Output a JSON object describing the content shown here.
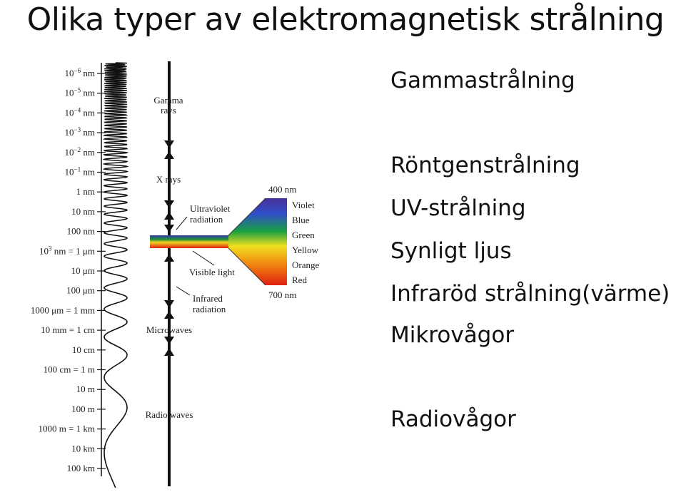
{
  "title": "Olika typer av elektromagnetisk strålning",
  "scale_labels": [
    {
      "base": "10",
      "exp": "−6",
      "unit": " nm"
    },
    {
      "base": "10",
      "exp": "−5",
      "unit": " nm"
    },
    {
      "base": "10",
      "exp": "−4",
      "unit": " nm"
    },
    {
      "base": "10",
      "exp": "−3",
      "unit": " nm"
    },
    {
      "base": "10",
      "exp": "−2",
      "unit": " nm"
    },
    {
      "base": "10",
      "exp": "−1",
      "unit": " nm"
    },
    {
      "base": "1 nm",
      "exp": "",
      "unit": ""
    },
    {
      "base": "10 nm",
      "exp": "",
      "unit": ""
    },
    {
      "base": "100 nm",
      "exp": "",
      "unit": ""
    },
    {
      "base": "10",
      "exp": "3",
      "unit": " nm = 1 μm"
    },
    {
      "base": "10 μm",
      "exp": "",
      "unit": ""
    },
    {
      "base": "100 μm",
      "exp": "",
      "unit": ""
    },
    {
      "base": "1000 μm = 1 mm",
      "exp": "",
      "unit": ""
    },
    {
      "base": "10 mm = 1 cm",
      "exp": "",
      "unit": ""
    },
    {
      "base": "10 cm",
      "exp": "",
      "unit": ""
    },
    {
      "base": "100 cm = 1 m",
      "exp": "",
      "unit": ""
    },
    {
      "base": "10 m",
      "exp": "",
      "unit": ""
    },
    {
      "base": "100 m",
      "exp": "",
      "unit": ""
    },
    {
      "base": "1000 m = 1 km",
      "exp": "",
      "unit": ""
    },
    {
      "base": "10 km",
      "exp": "",
      "unit": ""
    },
    {
      "base": "100 km",
      "exp": "",
      "unit": ""
    }
  ],
  "regions": {
    "gamma_line1": "Gamma",
    "gamma_line2": "rays",
    "xrays": "X rays",
    "uv_line1": "Ultraviolet",
    "uv_line2": "radiation",
    "visible": "Visible light",
    "ir_line1": "Infrared",
    "ir_line2": "radiation",
    "microwaves": "Microwaves",
    "radio": "Radio waves"
  },
  "visible_spectrum": {
    "top_label": "400 nm",
    "bottom_label": "700 nm",
    "colors": [
      "Violet",
      "Blue",
      "Green",
      "Yellow",
      "Orange",
      "Red"
    ],
    "swatches": [
      "#5a3aa0",
      "#2f4fc8",
      "#18a040",
      "#f0e020",
      "#f08a10",
      "#e02010"
    ]
  },
  "swedish_labels": {
    "gamma": "Gammastrålning",
    "xray": "Röntgenstrålning",
    "uv": "UV-strålning",
    "visible": "Synligt ljus",
    "infrared": "Infraröd strålning(värme)",
    "micro": "Mikrovågor",
    "radio": "Radiovågor"
  }
}
